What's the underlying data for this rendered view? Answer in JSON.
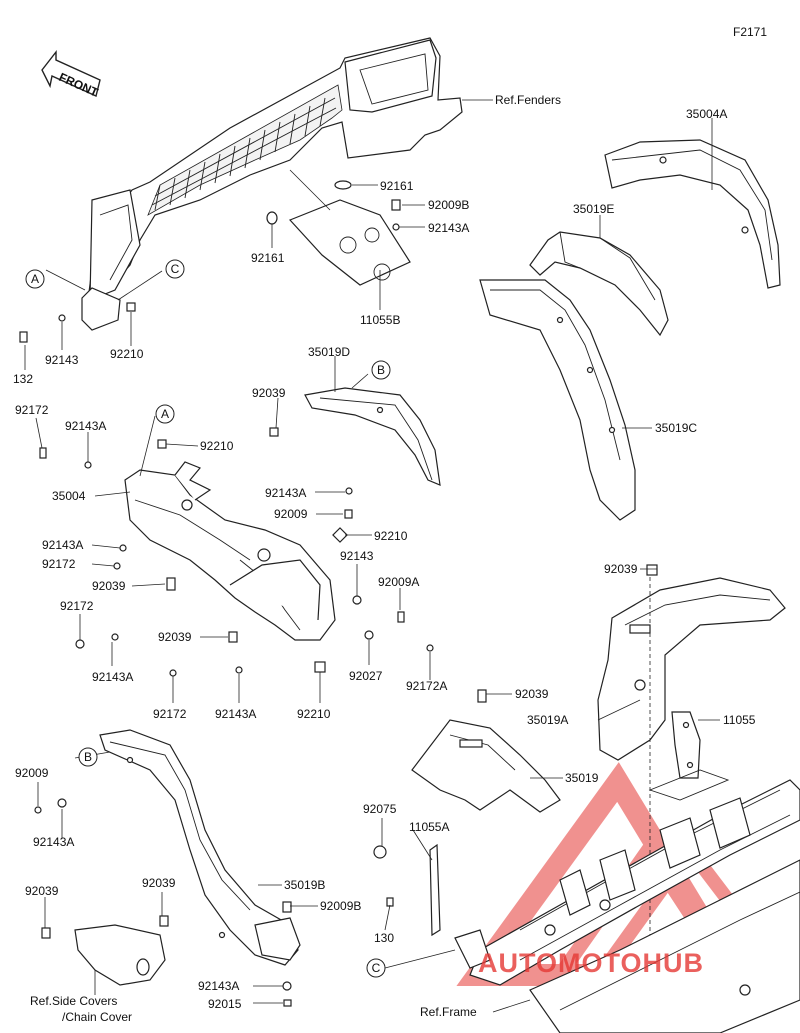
{
  "diagram_id": "F2171",
  "front_arrow": "FRONT",
  "callouts": {
    "a": "A",
    "b": "B",
    "c": "C"
  },
  "parts": {
    "ref_fenders": "Ref.Fenders",
    "p35004A": "35004A",
    "p92161_top": "92161",
    "p92009B_top": "92009B",
    "p92143A_top": "92143A",
    "p35019E": "35019E",
    "p92161_left": "92161",
    "p11055B": "11055B",
    "p132": "132",
    "p92143": "92143",
    "p92210_top": "92210",
    "p35019D": "35019D",
    "p92039_a": "92039",
    "p92172_a": "92172",
    "p92143A_a": "92143A",
    "p92210_a": "92210",
    "p35019C": "35019C",
    "p35004": "35004",
    "p92143A_b": "92143A",
    "p92009_a": "92009",
    "p92210_b": "92210",
    "p92143A_c": "92143A",
    "p92172_b": "92172",
    "p92143_b": "92143",
    "p92039_b": "92039",
    "p92009A": "92009A",
    "p92172_c": "92172",
    "p92039_c": "92039",
    "p92039_right": "92039",
    "p92143A_d": "92143A",
    "p92027": "92027",
    "p92172A": "92172A",
    "p92172_d": "92172",
    "p92143A_e": "92143A",
    "p92210_c": "92210",
    "p92039_d": "92039",
    "p35019A": "35019A",
    "p11055": "11055",
    "p92009_b": "92009",
    "p35019": "35019",
    "p92143A_f": "92143A",
    "p92075": "92075",
    "p11055A": "11055A",
    "p92039_e": "92039",
    "p92039_f": "92039",
    "p35019B": "35019B",
    "p92009B_b": "92009B",
    "p130": "130",
    "p92143A_g": "92143A",
    "p92015": "92015",
    "ref_side_covers_1": "Ref.Side Covers",
    "ref_side_covers_2": "/Chain Cover",
    "ref_frame": "Ref.Frame"
  },
  "watermark": {
    "text": "AUTOMOTOHUB",
    "color": "#e53935"
  }
}
